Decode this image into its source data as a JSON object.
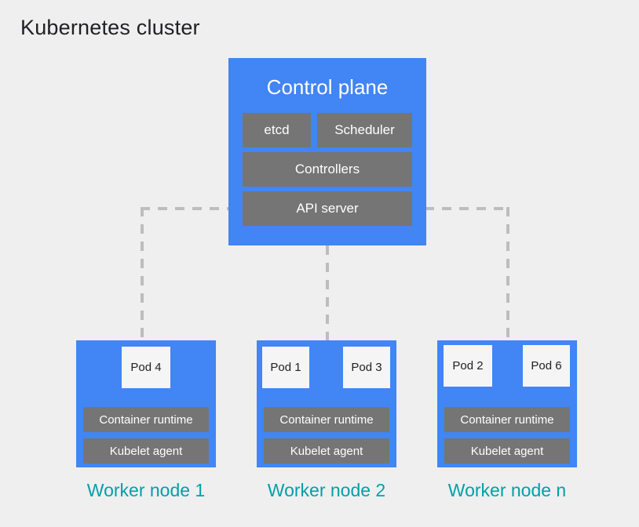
{
  "page": {
    "title": "Kubernetes cluster",
    "background_color": "#efefef"
  },
  "colors": {
    "node_blue": "#4285f4",
    "component_gray": "#757575",
    "pod_white": "#f5f5f5",
    "label_teal": "#00a0a8",
    "connector_gray": "#bdbdbd",
    "title_text": "#202124"
  },
  "control_plane": {
    "title": "Control plane",
    "components": [
      {
        "label": "etcd"
      },
      {
        "label": "Scheduler"
      },
      {
        "label": "Controllers"
      },
      {
        "label": "API server"
      }
    ]
  },
  "worker_nodes": [
    {
      "label": "Worker node 1",
      "pods": [
        {
          "label": "Pod 4"
        }
      ],
      "components": [
        {
          "label": "Container runtime"
        },
        {
          "label": "Kubelet agent"
        }
      ]
    },
    {
      "label": "Worker node 2",
      "pods": [
        {
          "label": "Pod 1"
        },
        {
          "label": "Pod 3"
        }
      ],
      "components": [
        {
          "label": "Container runtime"
        },
        {
          "label": "Kubelet agent"
        }
      ]
    },
    {
      "label": "Worker node n",
      "pods": [
        {
          "label": "Pod 2"
        },
        {
          "label": "Pod 6"
        }
      ],
      "components": [
        {
          "label": "Container runtime"
        },
        {
          "label": "Kubelet agent"
        }
      ]
    }
  ]
}
